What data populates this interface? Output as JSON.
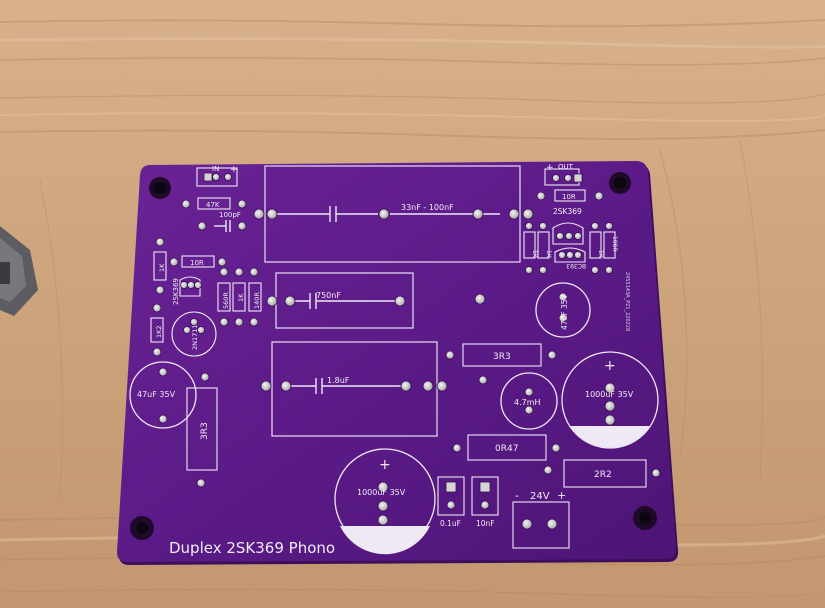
{
  "colors": {
    "wood": "#cfa57f",
    "board": "#5b1a86",
    "silkscreen": "#f1ecf6",
    "pad": "#dcdcdc"
  },
  "board": {
    "title": "Duplex 2SK369 Phono"
  },
  "headers": {
    "in_label": "IN",
    "in_plus": "+",
    "out_label": "OUT",
    "out_plus": "+",
    "power_minus": "-",
    "power_label": "24V",
    "power_plus": "+"
  },
  "capacitors": {
    "c_33nf": "33nF - 100nF",
    "c_750nf": "750nF",
    "c_18uf": "1.8uF",
    "c_100pf": "100pF",
    "c_01uf": "0.1uF",
    "c_10nf": "10nF"
  },
  "electrolytics": {
    "e_47uf_left": "47uF 35V",
    "e_47uf_right": "47uF 35V",
    "e_1000uf_bottom": "1000uF 35V",
    "e_1000uf_right": "1000uF 35V",
    "plus_sign": "+"
  },
  "resistors": {
    "r_47k": "47K",
    "r_10r_top": "10R",
    "r_10r_mid": "10R",
    "r_1k_a": "1K",
    "r_1k2": "1K2",
    "r_560r": "560R",
    "r_1k_b": "1K",
    "r_140r": "140R",
    "r_3r3_v": "3R3",
    "r_3r3_h": "3R3",
    "r_0r47": "0R47",
    "r_2r2": "2R2",
    "r_right_a": "1K",
    "r_right_b": "1K",
    "r_right_c": "1K",
    "r_right_d": "100R"
  },
  "inductor": "4.7mH",
  "transistors": {
    "q_2sk369_left": "2SK369",
    "q_2n1711": "2N1711",
    "q_2sk369_right": "2SK369",
    "q_bc393": "BC393"
  },
  "edge_text": "2455143A_P21_220228"
}
